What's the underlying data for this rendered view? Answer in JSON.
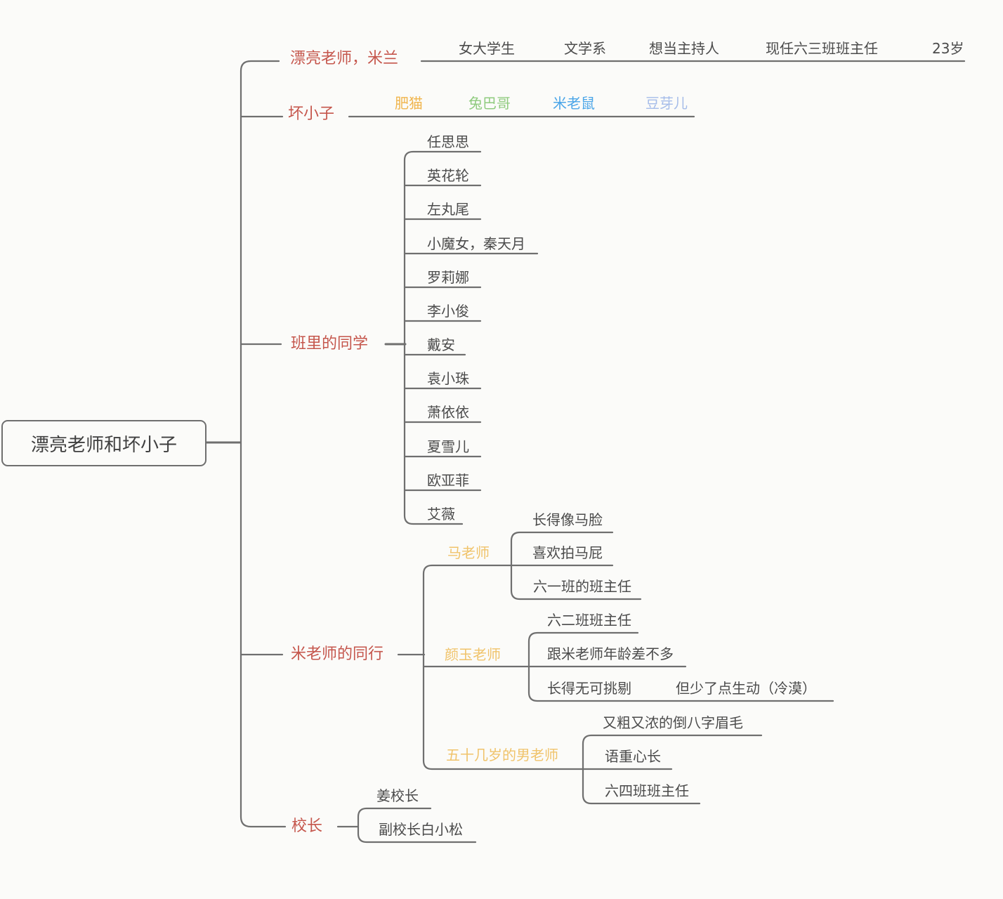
{
  "root": {
    "label": "漂亮老师和坏小子"
  },
  "branches": {
    "teacher": {
      "label": "漂亮老师，米兰",
      "items": [
        "女大学生",
        "文学系",
        "想当主持人",
        "现任六三班班主任",
        "23岁"
      ]
    },
    "bad_boys": {
      "label": "坏小子",
      "items": [
        {
          "label": "肥猫",
          "color": "#f0b54d"
        },
        {
          "label": "兔巴哥",
          "color": "#8fcb7e"
        },
        {
          "label": "米老鼠",
          "color": "#4aa5e8"
        },
        {
          "label": "豆芽儿",
          "color": "#a5bce9"
        }
      ]
    },
    "classmates": {
      "label": "班里的同学",
      "items": [
        "任思思",
        "英花轮",
        "左丸尾",
        "小魔女，秦天月",
        "罗莉娜",
        "李小俊",
        "戴安",
        "袁小珠",
        "萧依依",
        "夏雪儿",
        "欧亚菲",
        "艾薇"
      ]
    },
    "colleagues": {
      "label": "米老师的同行",
      "children": [
        {
          "label": "马老师",
          "items": [
            "长得像马脸",
            "喜欢拍马屁",
            "六一班的班主任"
          ]
        },
        {
          "label": "颜玉老师",
          "items": [
            "六二班班主任",
            "跟米老师年龄差不多",
            "长得无可挑剔"
          ],
          "note": "但少了点生动（冷漠）"
        },
        {
          "label": "五十几岁的男老师",
          "items": [
            "又粗又浓的倒八字眉毛",
            "语重心长",
            "六四班班主任"
          ]
        }
      ]
    },
    "principal": {
      "label": "校长",
      "items": [
        "姜校长",
        "副校长白小松"
      ]
    }
  },
  "colors": {
    "branch_label": "#c5564c",
    "sub_label": "#f0c36a",
    "item_text": "#4b4b4b",
    "line": "#6f6f6f",
    "background": "#fbfbf9"
  }
}
